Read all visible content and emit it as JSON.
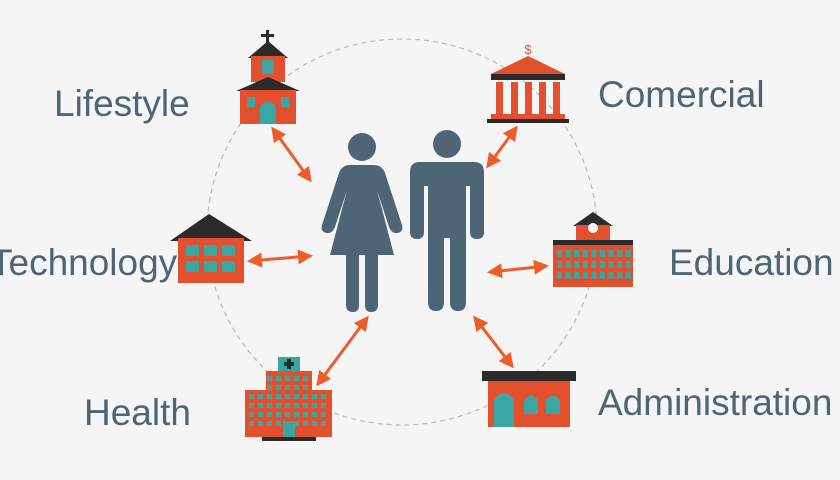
{
  "diagram": {
    "labels": {
      "lifestyle": "Lifestyle",
      "comercial": "Comercial",
      "technology": "Technology",
      "education": "Education",
      "health": "Health",
      "administration": "Administration"
    },
    "colors": {
      "building": "#e4502d",
      "roof": "#2b2b2b",
      "window": "#3aa6a2",
      "people": "#4e6575",
      "arrow": "#f15a29",
      "circle": "#b8b8b8",
      "text": "#4e6575"
    },
    "icons": {
      "lifestyle": "church-icon",
      "comercial": "bank-icon",
      "technology": "house-icon",
      "education": "school-icon",
      "health": "hospital-icon",
      "administration": "office-icon",
      "center": "people-icon"
    }
  }
}
